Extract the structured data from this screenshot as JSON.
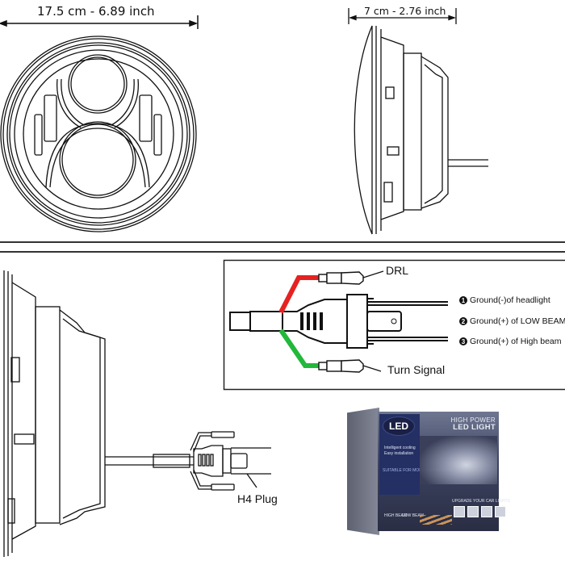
{
  "diagram": {
    "title": "7 inch LED headlight dimensions and wiring",
    "front_view": {
      "dimension_label": "17.5 cm - 6.89 inch"
    },
    "side_view": {
      "dimension_label": "7 cm - 2.76 inch"
    },
    "wiring_detail": {
      "callouts": {
        "drl": "DRL",
        "turn_signal": "Turn Signal"
      },
      "wire_colors": {
        "drl": "#e52222",
        "turn_signal": "#22b83a"
      },
      "pin_legend": [
        {
          "number": "1",
          "label": "Ground(-)of headlight"
        },
        {
          "number": "2",
          "label": "Ground(+) of LOW BEAM"
        },
        {
          "number": "3",
          "label": "Ground(+) of High beam"
        }
      ]
    },
    "assembly_view": {
      "plug_label": "H4 Plug"
    },
    "package": {
      "badge": "LED",
      "headline_line1": "HIGH POWER",
      "headline_line2": "LED LIGHT",
      "feature_lines": [
        "Intelligent cooling",
        "Easy installation"
      ],
      "subtitle": "SUITABLE FOR MORE CAR MODELS",
      "footer": "UPGRADE YOUR CAR LIGHTS",
      "beam_labels": [
        "HIGH BEAM",
        "LOW BEAM"
      ]
    }
  }
}
